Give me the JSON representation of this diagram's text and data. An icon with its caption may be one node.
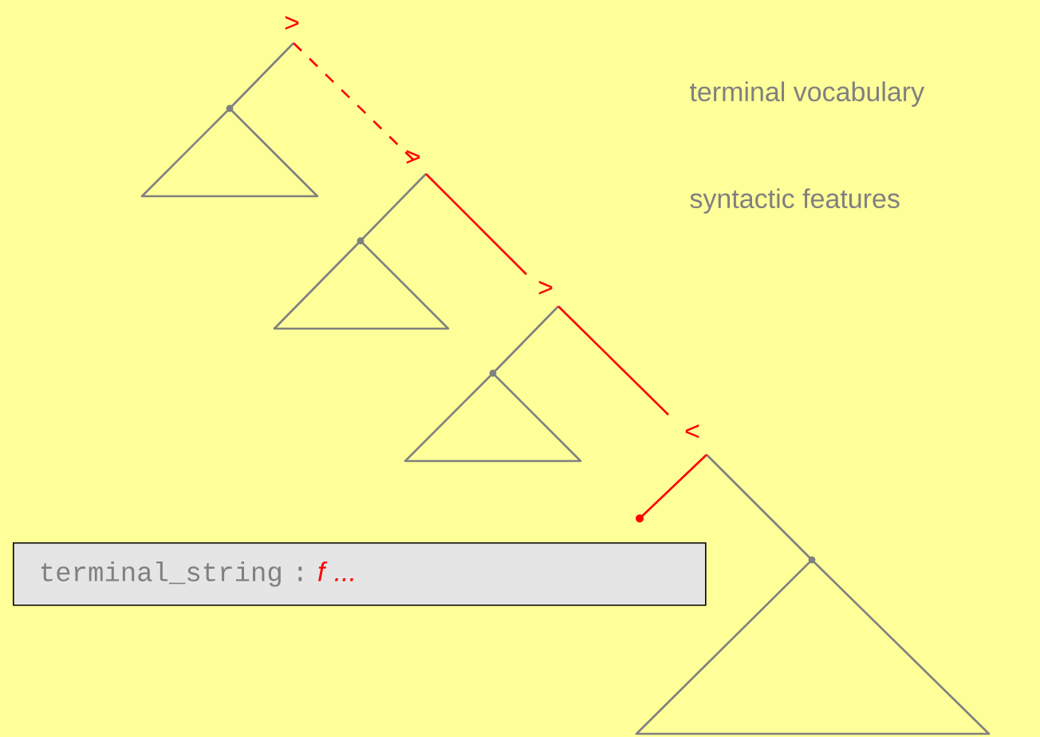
{
  "diagram": {
    "nodes": [
      {
        "text": [
          "terminal_string :",
          "f ..."
        ]
      }
    ],
    "labels": [
      ">",
      ">",
      ">",
      "<",
      "terminal vocabulary",
      "syntactic features"
    ]
  }
}
